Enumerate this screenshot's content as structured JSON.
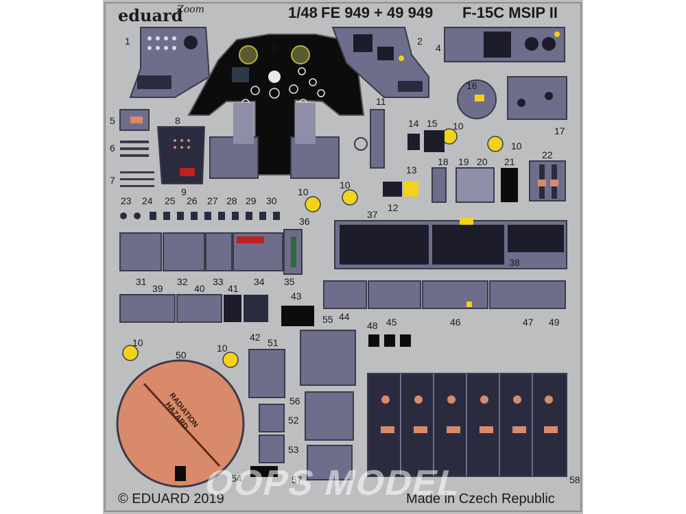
{
  "header": {
    "brand": "eduard",
    "zoom_logo": "Zoom",
    "scale": "1/48",
    "product_code": "FE 949 + 49 949",
    "model": "F-15C MSIP II"
  },
  "footer": {
    "copyright": "© EDUARD 2019",
    "made_in": "Made in Czech Republic"
  },
  "placard": {
    "line1": "RADIATION",
    "line2": "HAZARD"
  },
  "watermark": "OOPS MODEL",
  "part_numbers": [
    "1",
    "2",
    "3",
    "4",
    "5",
    "6",
    "7",
    "8",
    "9",
    "10",
    "10",
    "10",
    "10",
    "10",
    "10",
    "11",
    "12",
    "13",
    "14",
    "15",
    "16",
    "17",
    "18",
    "19",
    "20",
    "21",
    "22",
    "23",
    "24",
    "25",
    "26",
    "27",
    "28",
    "29",
    "30",
    "31",
    "32",
    "33",
    "34",
    "35",
    "36",
    "37",
    "38",
    "39",
    "40",
    "41",
    "42",
    "43",
    "44",
    "45",
    "46",
    "47",
    "48",
    "49",
    "50",
    "51",
    "52",
    "53",
    "54",
    "55",
    "56",
    "57",
    "58"
  ],
  "colors": {
    "fret": "#bcbec0",
    "panel": "#6e6e8c",
    "panel_dark": "#2b2b40",
    "panel_outline": "#3a3a4a",
    "cockpit_black": "#0c0c0c",
    "warning_yellow": "#f2d21a",
    "radome_orange": "#d98a6a",
    "gauge_bezel": "#e8e8ee"
  }
}
